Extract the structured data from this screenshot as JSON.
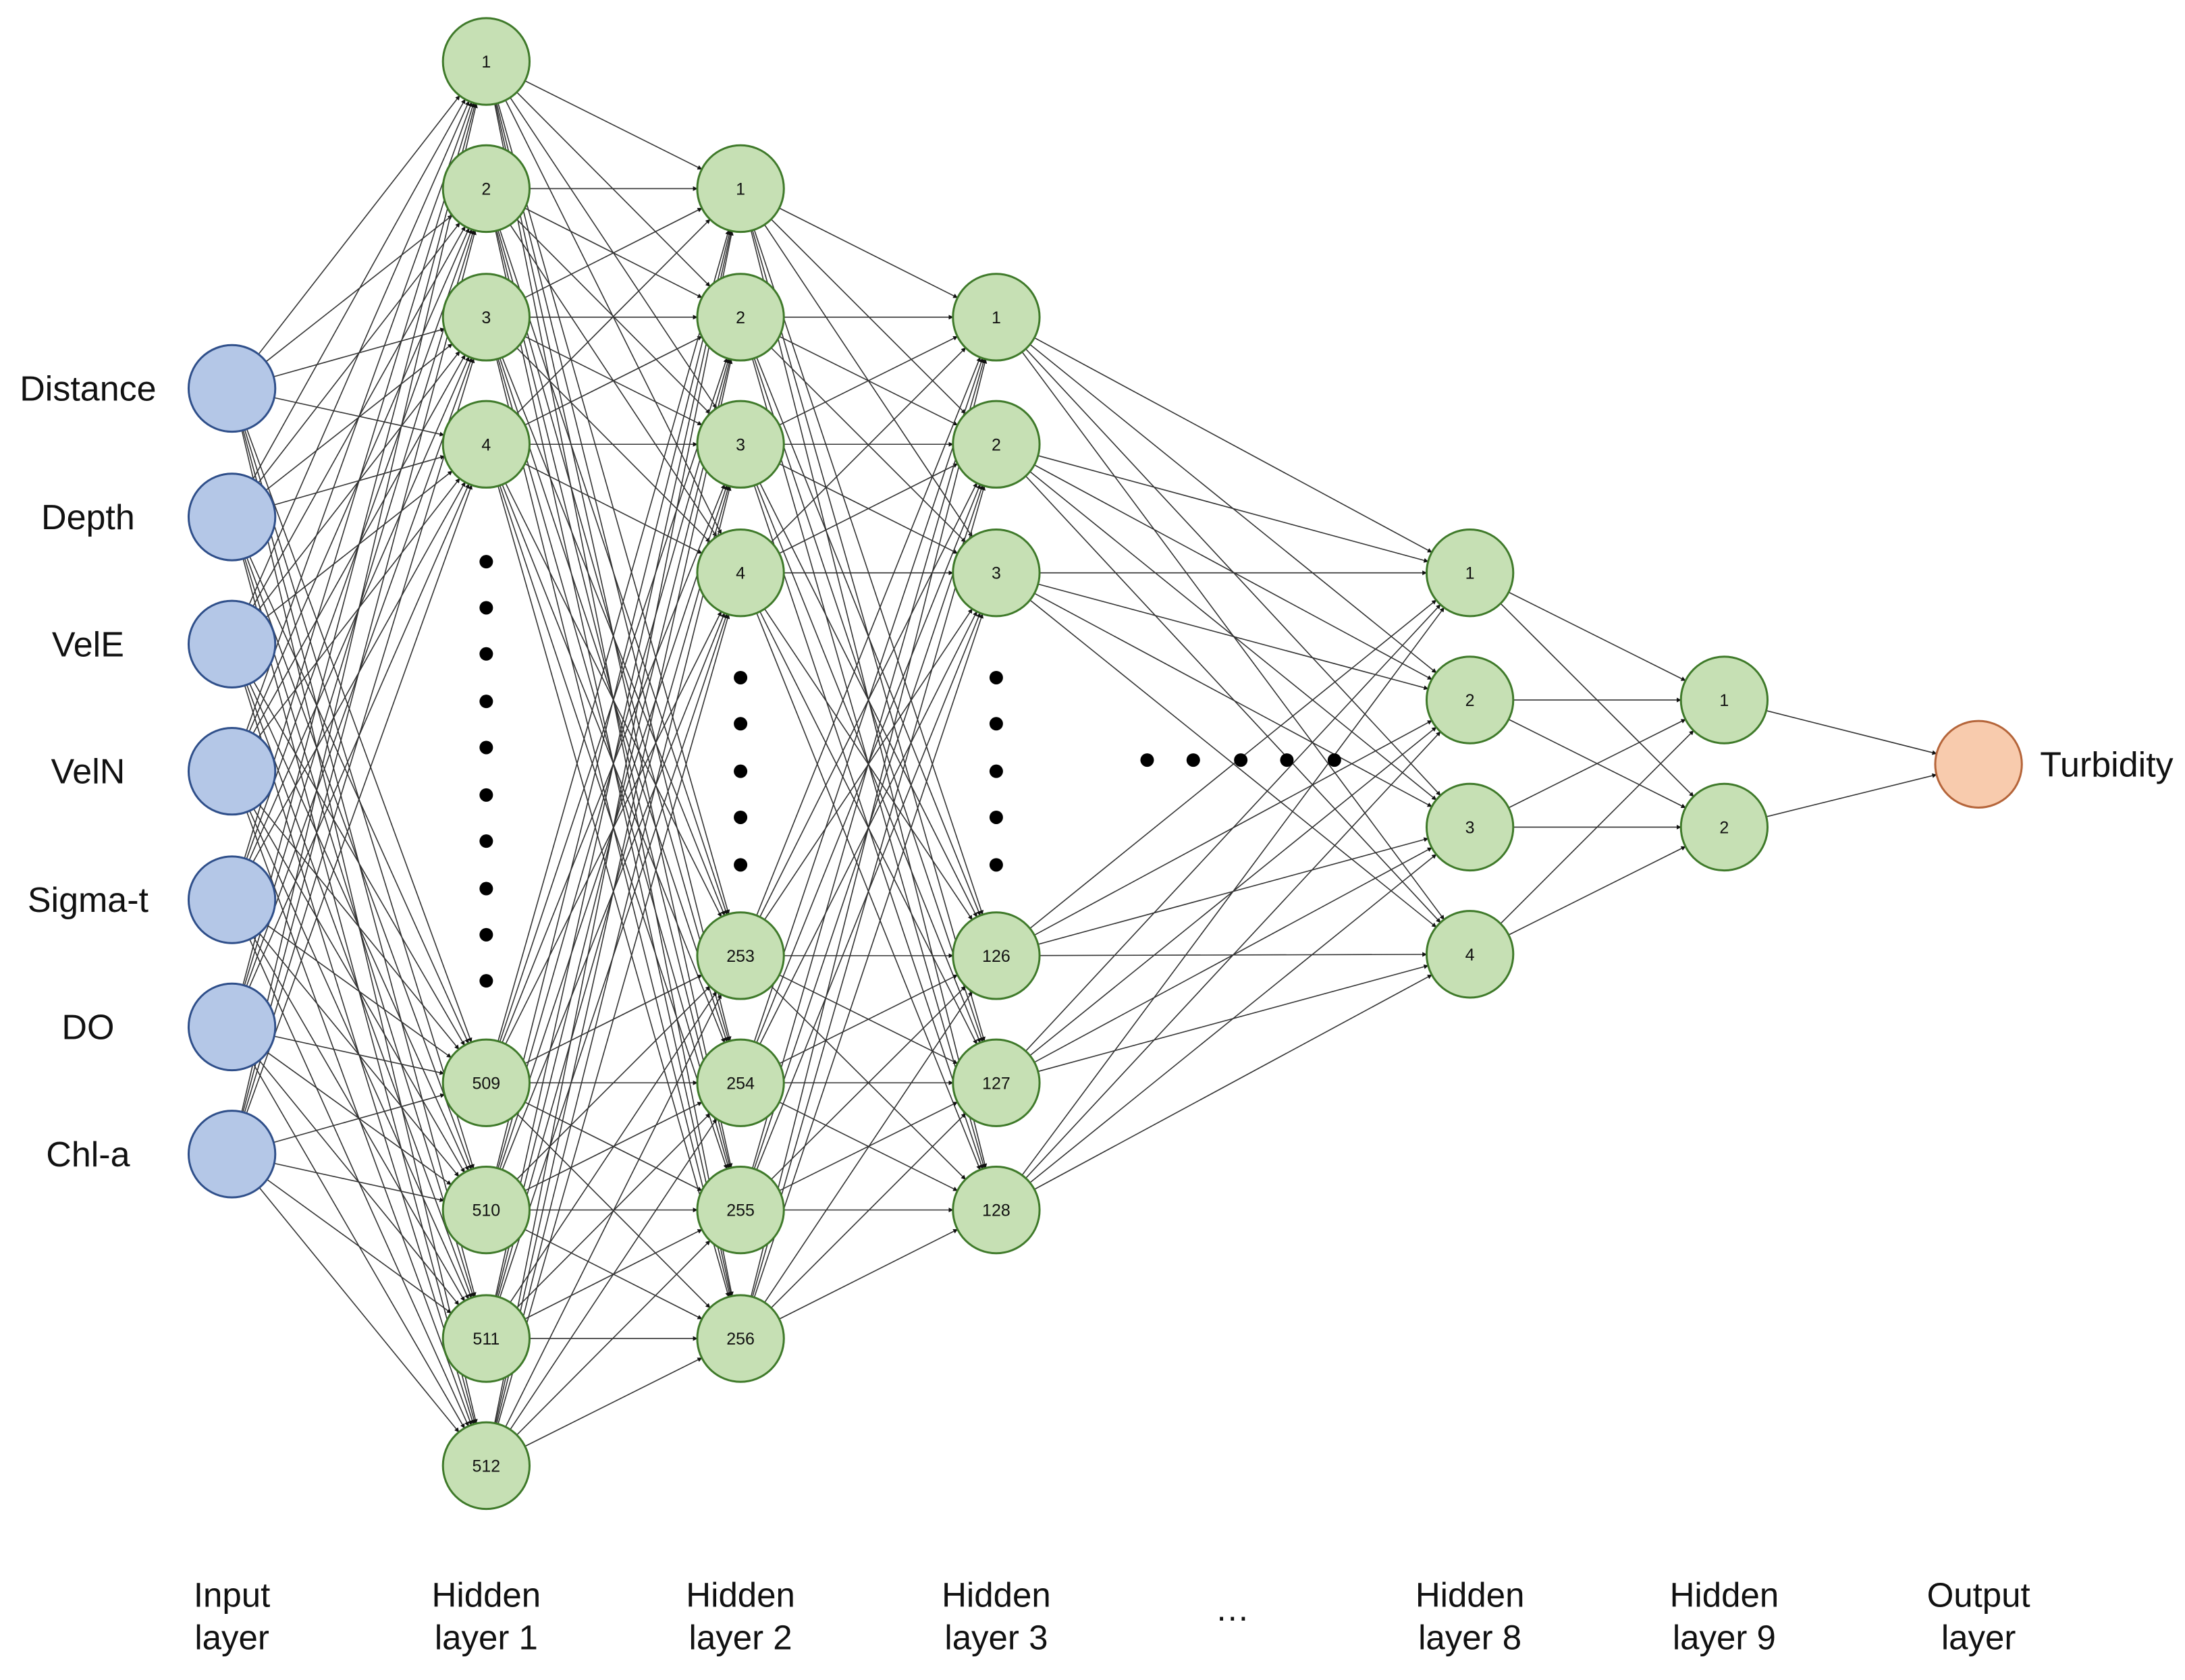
{
  "colors": {
    "input_fill": "#b4c7e7",
    "input_stroke": "#2f4f8a",
    "hidden_fill": "#c6e0b4",
    "hidden_stroke": "#3f7a2a",
    "output_fill": "#f8cbad",
    "output_stroke": "#b5653a",
    "edge": "#333333"
  },
  "inputs": [
    "Distance",
    "Depth",
    "VelE",
    "VelN",
    "Sigma-t",
    "DO",
    "Chl-a"
  ],
  "hidden1": [
    "1",
    "2",
    "3",
    "4",
    "509",
    "510",
    "511",
    "512"
  ],
  "hidden2": [
    "1",
    "2",
    "3",
    "4",
    "253",
    "254",
    "255",
    "256"
  ],
  "hidden3": [
    "1",
    "2",
    "3",
    "126",
    "127",
    "128"
  ],
  "hidden8": [
    "1",
    "2",
    "3",
    "4"
  ],
  "hidden9": [
    "1",
    "2"
  ],
  "output": "Turbidity",
  "gap_ellipsis": "…",
  "layer_labels": [
    [
      "Input",
      "layer"
    ],
    [
      "Hidden",
      "layer 1"
    ],
    [
      "Hidden",
      "layer 2"
    ],
    [
      "Hidden",
      "layer 3"
    ],
    [
      "Hidden",
      "layer 8"
    ],
    [
      "Hidden",
      "layer 9"
    ],
    [
      "Output",
      "layer"
    ]
  ]
}
